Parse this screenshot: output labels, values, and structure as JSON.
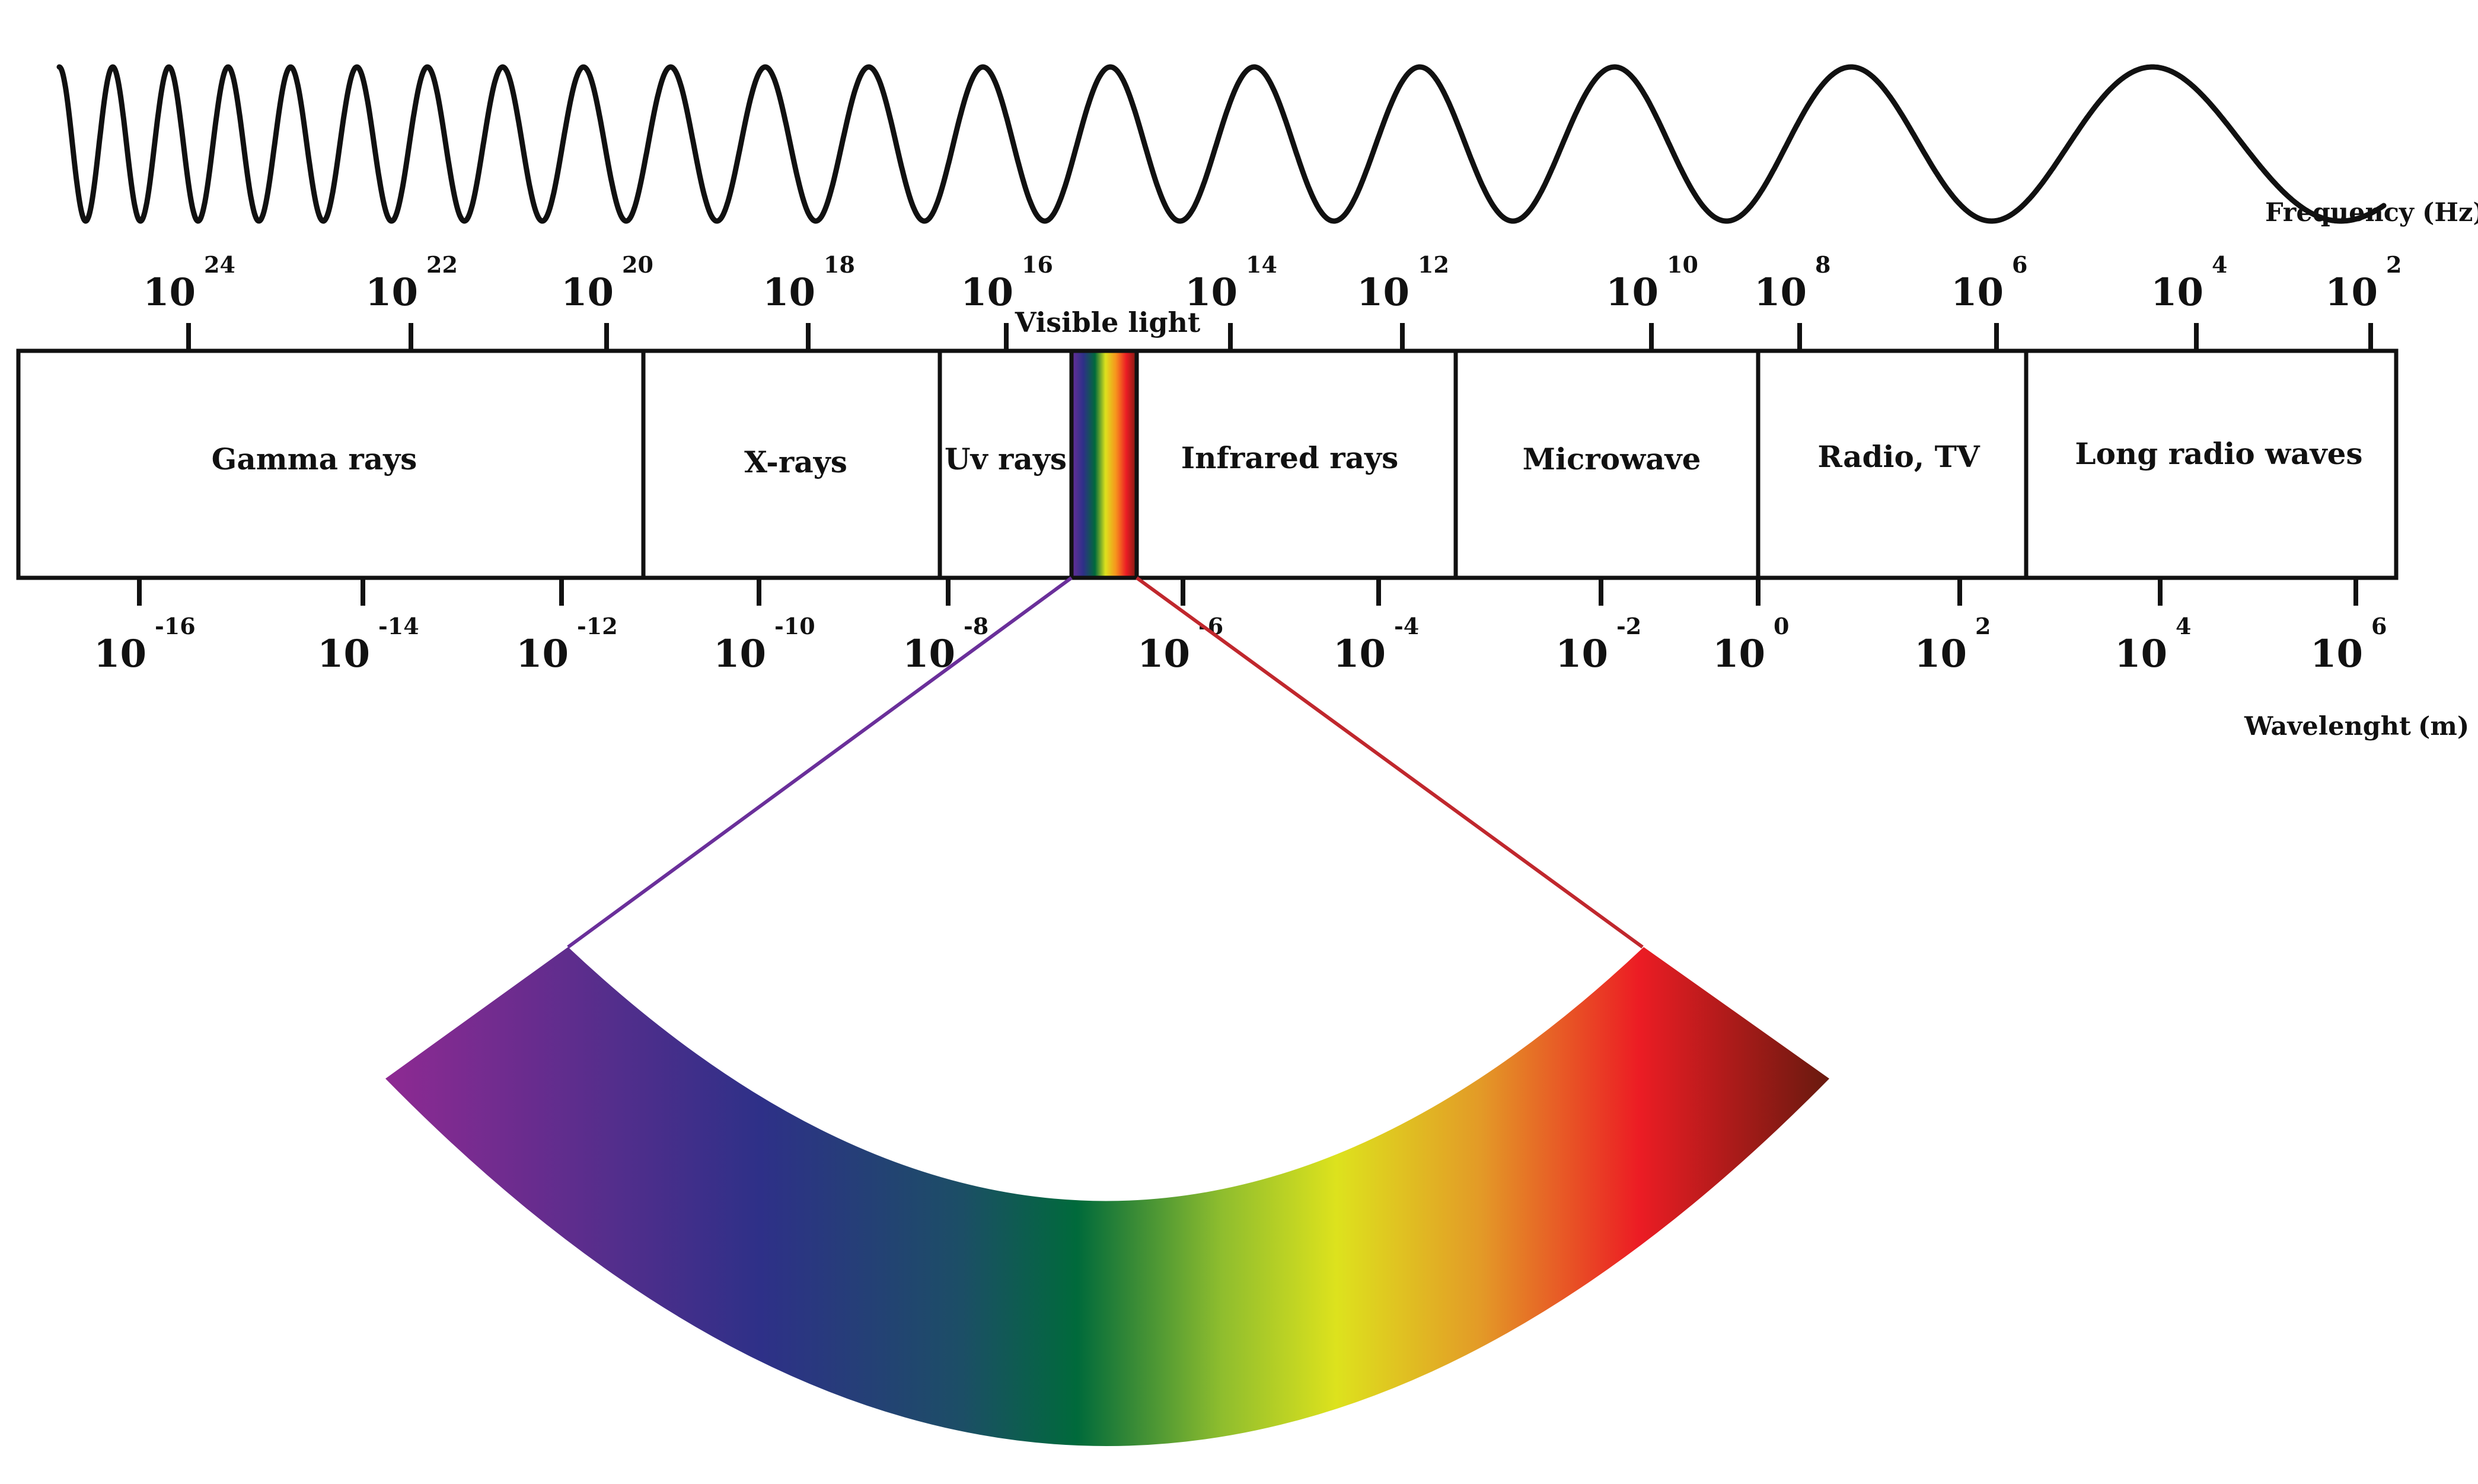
{
  "frequency": {
    "label": "Frequency",
    "unit": "(Hz)",
    "ticks": [
      {
        "base": "10",
        "exp": "24"
      },
      {
        "base": "10",
        "exp": "22"
      },
      {
        "base": "10",
        "exp": "20"
      },
      {
        "base": "10",
        "exp": "18"
      },
      {
        "base": "10",
        "exp": "16"
      },
      {
        "base": "10",
        "exp": "14"
      },
      {
        "base": "10",
        "exp": "12"
      },
      {
        "base": "10",
        "exp": "10"
      },
      {
        "base": "10",
        "exp": "8"
      },
      {
        "base": "10",
        "exp": "6"
      },
      {
        "base": "10",
        "exp": "4"
      },
      {
        "base": "10",
        "exp": "2"
      }
    ]
  },
  "wavelength": {
    "label": "Wavelenght",
    "unit": "(m)",
    "ticks": [
      {
        "base": "10",
        "exp": "-16"
      },
      {
        "base": "10",
        "exp": "-14"
      },
      {
        "base": "10",
        "exp": "-12"
      },
      {
        "base": "10",
        "exp": "-10"
      },
      {
        "base": "10",
        "exp": "-8"
      },
      {
        "base": "10",
        "exp": "-6"
      },
      {
        "base": "10",
        "exp": "-4"
      },
      {
        "base": "10",
        "exp": "-2"
      },
      {
        "base": "10",
        "exp": "0"
      },
      {
        "base": "10",
        "exp": "2"
      },
      {
        "base": "10",
        "exp": "4"
      },
      {
        "base": "10",
        "exp": "6"
      }
    ]
  },
  "visible_label": "Visible light",
  "regions": [
    {
      "name": "Gamma rays"
    },
    {
      "name": "X-rays"
    },
    {
      "name": "Uv rays"
    },
    {
      "name": "Infrared rays"
    },
    {
      "name": "Microwave"
    },
    {
      "name": "Radio, TV"
    },
    {
      "name": "Long radio waves"
    }
  ],
  "colors": {
    "violet": "#7b2a8e",
    "blue": "#2e3088",
    "teal": "#1c4e66",
    "green": "#006a3b",
    "yellow": "#dde21d",
    "orange": "#e39a27",
    "red": "#ec1c24",
    "dark_red": "#6a1a0f",
    "violet_line": "#6a2f9a",
    "red_line": "#c0272d"
  }
}
